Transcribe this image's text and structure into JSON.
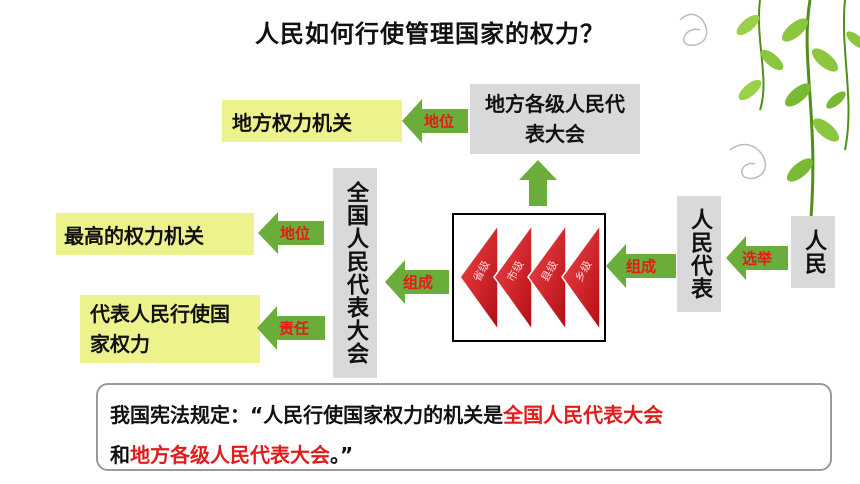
{
  "title": "人民如何行使管理国家的权力？",
  "boxes": {
    "local_power": "地方权力机关",
    "local_congress": "地方各级人民代表大会",
    "highest_power": "最高的权力机关",
    "represent": "代表人民行使国家权力",
    "npc": "全国人民代表大会",
    "people_deputies": "人民代表",
    "people": "人民"
  },
  "arrows": {
    "status_top": "地位",
    "status_mid": "地位",
    "responsibility": "责任",
    "compose_left": "组成",
    "compose_right": "组成",
    "elect": "选举"
  },
  "levels": [
    "省级",
    "市级",
    "县级",
    "乡级"
  ],
  "quote": {
    "prefix": "我国宪法规定：“人民行使国家权力的机关是",
    "red1": "全国人民代表大会",
    "mid": "和",
    "red2": "地方各级人民代表大会",
    "suffix": "。”"
  },
  "colors": {
    "arrow_green": "#6aad3a",
    "label_red": "#e21b1b",
    "box_yellow": "#eef28d",
    "box_gray": "#d9d9d9",
    "chevron_red": "#d7141e"
  }
}
